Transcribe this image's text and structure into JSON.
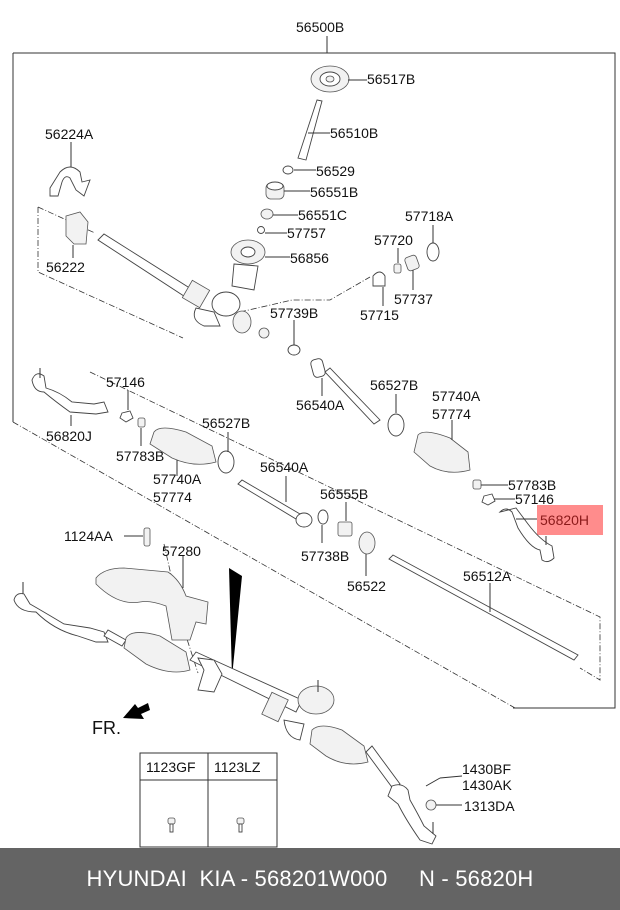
{
  "diagram": {
    "assembly_label": "56500B",
    "highlight_color": "#ff8080",
    "highlighted_part": "56820H",
    "front_indicator": "FR.",
    "labels": {
      "p56517B": "56517B",
      "p56510B": "56510B",
      "p56529": "56529",
      "p56551B": "56551B",
      "p56551C": "56551C",
      "p57757": "57757",
      "p56856": "56856",
      "p56224A": "56224A",
      "p56222": "56222",
      "p57718A": "57718A",
      "p57720": "57720",
      "p57737": "57737",
      "p57715": "57715",
      "p57739B": "57739B",
      "p56540A_top": "56540A",
      "p56527B_right": "56527B",
      "p57740A_right": "57740A",
      "p57774_right": "57774",
      "p57783B_right": "57783B",
      "p57146_right": "57146",
      "p56820H": "56820H",
      "p57146_left": "57146",
      "p56820J": "56820J",
      "p57783B_left": "57783B",
      "p56527B_left": "56527B",
      "p57740A_left": "57740A",
      "p57774_left": "57774",
      "p56540A_mid": "56540A",
      "p56555B": "56555B",
      "p57738B": "57738B",
      "p56522": "56522",
      "p56512A": "56512A",
      "p1124AA": "1124AA",
      "p57280": "57280",
      "p1430BF": "1430BF",
      "p1430AK": "1430AK",
      "p1313DA": "1313DA"
    },
    "bolt_table": {
      "columns": [
        "1123GF",
        "1123LZ"
      ]
    }
  },
  "footer": {
    "text": "HYUNDAI  KIA - 568201W000     N - 56820H"
  }
}
